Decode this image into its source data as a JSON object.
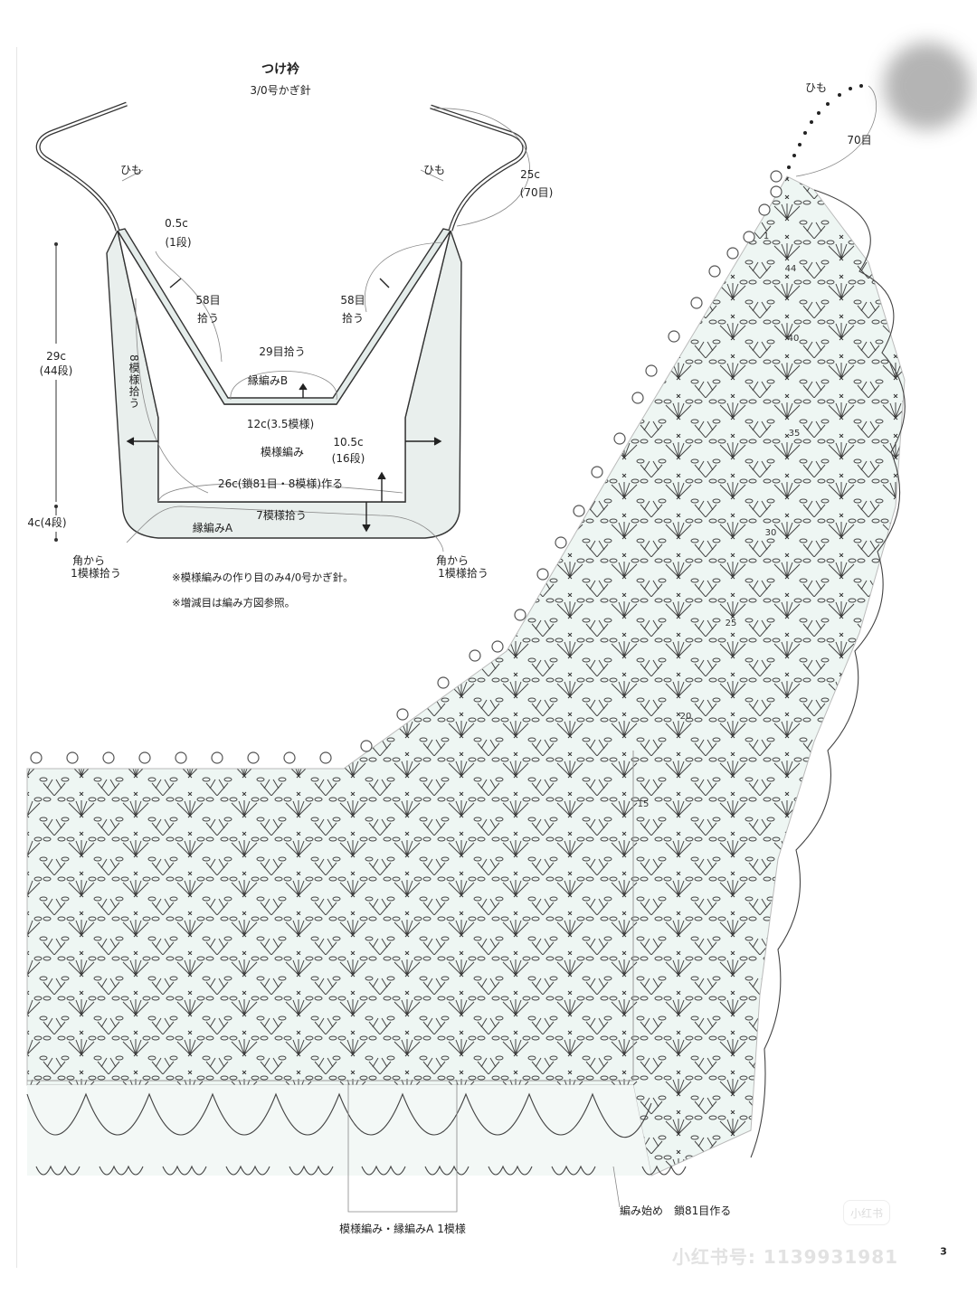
{
  "schematic": {
    "title": "つけ衿",
    "hook": "3/0号かぎ針",
    "string_left": "ひも",
    "string_right": "ひも",
    "string_length": "25c",
    "string_stitches": "(70目)",
    "band_width": "0.5c",
    "band_rows": "(1段)",
    "pickup_left_num": "58目",
    "pickup_left_verb": "拾う",
    "pickup_right_num": "58目",
    "pickup_right_verb": "拾う",
    "pickup_center": "29目拾う",
    "edging_b": "縁編みB",
    "neck_width": "12c(3.5模様)",
    "pattern_stitch": "模様編み",
    "center_height": "10.5c",
    "center_rows": "(16段)",
    "foundation": "26c(鎖81目・8模様)作る",
    "pickup_bottom": "7模様拾う",
    "edging_a": "縁編みA",
    "total_height": "29c",
    "total_rows": "(44段)",
    "edge_height": "4c(4段)",
    "side_pickup": "8模様拾う",
    "corner_left_1": "角から",
    "corner_left_2": "1模様拾う",
    "corner_right_1": "角から",
    "corner_right_2": "1模様拾う",
    "note_1": "※模様編みの作り目のみ4/0号かぎ針。",
    "note_2": "※増減目は編み方図参照。"
  },
  "chart": {
    "string_label": "ひも",
    "string_stitches": "70目",
    "row_numbers": [
      "1",
      "44",
      "40",
      "35",
      "30",
      "25",
      "20",
      "15"
    ],
    "repeat_label": "模様編み・縁編みA 1模様",
    "start_label": "編み始め　鎖81目作る",
    "colors": {
      "tint": "#e8f3f0",
      "line": "#3a3a3a"
    }
  },
  "page_number": "3",
  "watermark": {
    "badge": "小红书",
    "id": "小红书号: 1139931981"
  }
}
